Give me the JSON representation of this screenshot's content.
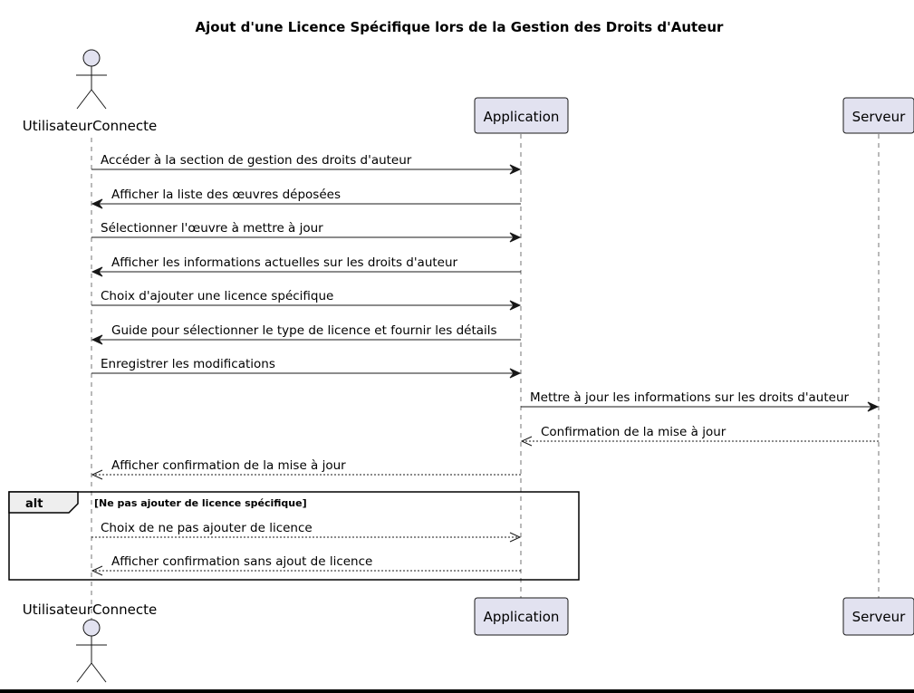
{
  "title": "Ajout d'une Licence Spécifique lors de la Gestion des Droits d'Auteur",
  "participants": [
    {
      "id": "user",
      "label": "UtilisateurConnecte",
      "kind": "actor"
    },
    {
      "id": "app",
      "label": "Application",
      "kind": "participant"
    },
    {
      "id": "server",
      "label": "Serveur",
      "kind": "participant"
    }
  ],
  "messages": [
    {
      "from": "user",
      "to": "app",
      "text": "Accéder à la section de gestion des droits d'auteur",
      "style": "solid"
    },
    {
      "from": "app",
      "to": "user",
      "text": "Afficher la liste des œuvres déposées",
      "style": "solid"
    },
    {
      "from": "user",
      "to": "app",
      "text": "Sélectionner l'œuvre à mettre à jour",
      "style": "solid"
    },
    {
      "from": "app",
      "to": "user",
      "text": "Afficher les informations actuelles sur les droits d'auteur",
      "style": "solid"
    },
    {
      "from": "user",
      "to": "app",
      "text": "Choix d'ajouter une licence spécifique",
      "style": "solid"
    },
    {
      "from": "app",
      "to": "user",
      "text": "Guide pour sélectionner le type de licence et fournir les détails",
      "style": "solid"
    },
    {
      "from": "user",
      "to": "app",
      "text": "Enregistrer les modifications",
      "style": "solid"
    },
    {
      "from": "app",
      "to": "server",
      "text": "Mettre à jour les informations sur les droits d'auteur",
      "style": "solid"
    },
    {
      "from": "server",
      "to": "app",
      "text": "Confirmation de la mise à jour",
      "style": "dashed"
    },
    {
      "from": "app",
      "to": "user",
      "text": "Afficher confirmation de la mise à jour",
      "style": "dashed"
    },
    {
      "from": "user",
      "to": "app",
      "text": "Choix de ne pas ajouter de licence",
      "style": "dashed"
    },
    {
      "from": "app",
      "to": "user",
      "text": "Afficher confirmation sans ajout de licence",
      "style": "dashed"
    }
  ],
  "fragment": {
    "keyword": "alt",
    "guard": "[Ne pas ajouter de licence spécifique]"
  },
  "colors": {
    "participant_fill": "#e2e2f0",
    "line": "#181818"
  }
}
